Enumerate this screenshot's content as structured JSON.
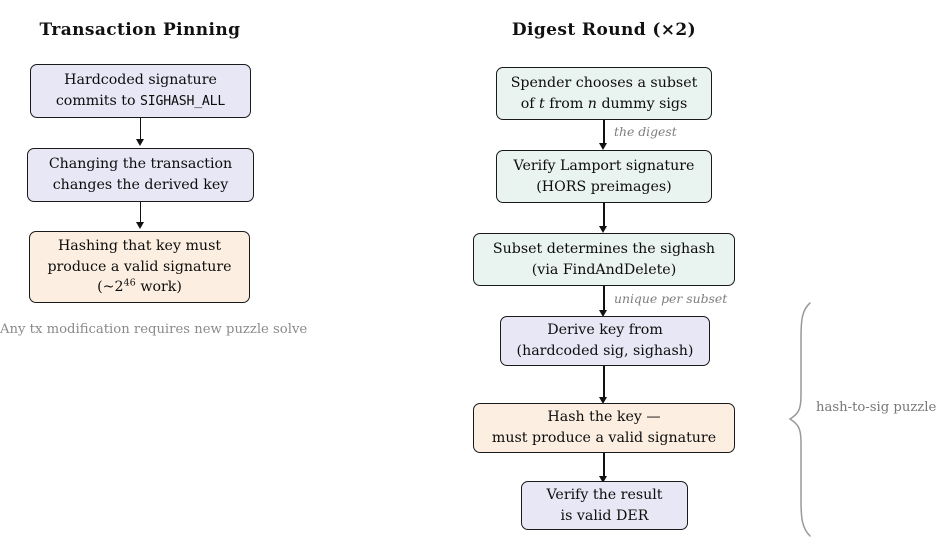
{
  "figure": {
    "background": "#ffffff",
    "colors": {
      "lavender": "#e7e7f6",
      "mint": "#e9f3ef",
      "peach": "#fcefe1",
      "stroke": "#1a1a1a",
      "gray_text": "#858585"
    }
  },
  "left_column": {
    "title": "Transaction Pinning",
    "nodes": [
      {
        "name": "hardcoded-signature",
        "fill": "lavender",
        "lines": [
          {
            "text": "Hardcoded signature"
          },
          {
            "text": "commits to ",
            "code": "SIGHASH_ALL"
          }
        ]
      },
      {
        "name": "changing-transaction",
        "fill": "lavender",
        "lines": [
          {
            "text": "Changing the transaction"
          },
          {
            "text": "changes the derived key"
          }
        ]
      },
      {
        "name": "hashing-key-work",
        "fill": "peach",
        "lines": [
          {
            "text": "Hashing that key must"
          },
          {
            "text": "produce a valid signature"
          },
          {
            "text": "(~2",
            "sup": "46",
            "tail": " work)"
          }
        ]
      }
    ],
    "caption": [
      "Any tx modification",
      "requires new puzzle solve"
    ]
  },
  "right_column": {
    "title": "Digest Round (×2)",
    "nodes": [
      {
        "name": "spender-chooses-subset",
        "fill": "mint",
        "lines": [
          {
            "text": "Spender chooses a subset"
          },
          {
            "pre": "of ",
            "math": "t",
            "mid": " from ",
            "math2": "n",
            "post": " dummy sigs"
          }
        ]
      },
      {
        "name": "verify-lamport-signature",
        "fill": "mint",
        "lines": [
          {
            "text": "Verify Lamport signature"
          },
          {
            "text": "(HORS preimages)"
          }
        ]
      },
      {
        "name": "subset-determines-sighash",
        "fill": "mint",
        "lines": [
          {
            "text": "Subset determines the sighash"
          },
          {
            "text": "(via FindAndDelete)"
          }
        ]
      },
      {
        "name": "derive-key-from",
        "fill": "lavender",
        "lines": [
          {
            "text": "Derive key from"
          },
          {
            "text": "(hardcoded sig, sighash)"
          }
        ]
      },
      {
        "name": "hash-the-key",
        "fill": "peach",
        "lines": [
          {
            "text": "Hash the key —"
          },
          {
            "text": "must produce a valid signature"
          }
        ]
      },
      {
        "name": "verify-valid-der",
        "fill": "lavender",
        "lines": [
          {
            "text": "Verify the result"
          },
          {
            "text": "is valid DER"
          }
        ]
      }
    ],
    "edge_labels": [
      "the digest",
      "unique per subset"
    ],
    "brace_label": [
      "hash-to-sig",
      "puzzle"
    ]
  }
}
